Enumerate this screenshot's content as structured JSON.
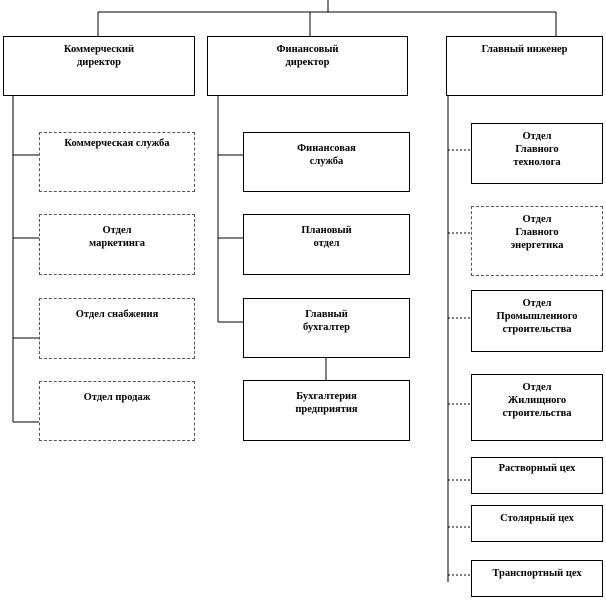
{
  "diagram": {
    "directors": {
      "commercial": "Коммерческий\nдиректор",
      "financial": "Финансовый\nдиректор",
      "chief_engineer": "Главный инженер"
    },
    "commercial_units": [
      "Коммерческая служба",
      "Отдел\nмаркетинга",
      "Отдел  снабжения",
      "Отдел  продаж"
    ],
    "financial_units": [
      "Финансовая\nслужба",
      "Плановый\nотдел",
      "Главный\nбухгалтер",
      "Бухгалтерия\nпредприятия"
    ],
    "engineering_units": [
      "Отдел\nГлавного\nтехнолога",
      "Отдел\nГлавного\nэнергетика",
      "Отдел\nПромышленного\nстроительства",
      "Отдел\nЖилищного\nстроительства",
      "Растворный цех",
      "Столярный цех",
      "Транспортный цех"
    ]
  }
}
